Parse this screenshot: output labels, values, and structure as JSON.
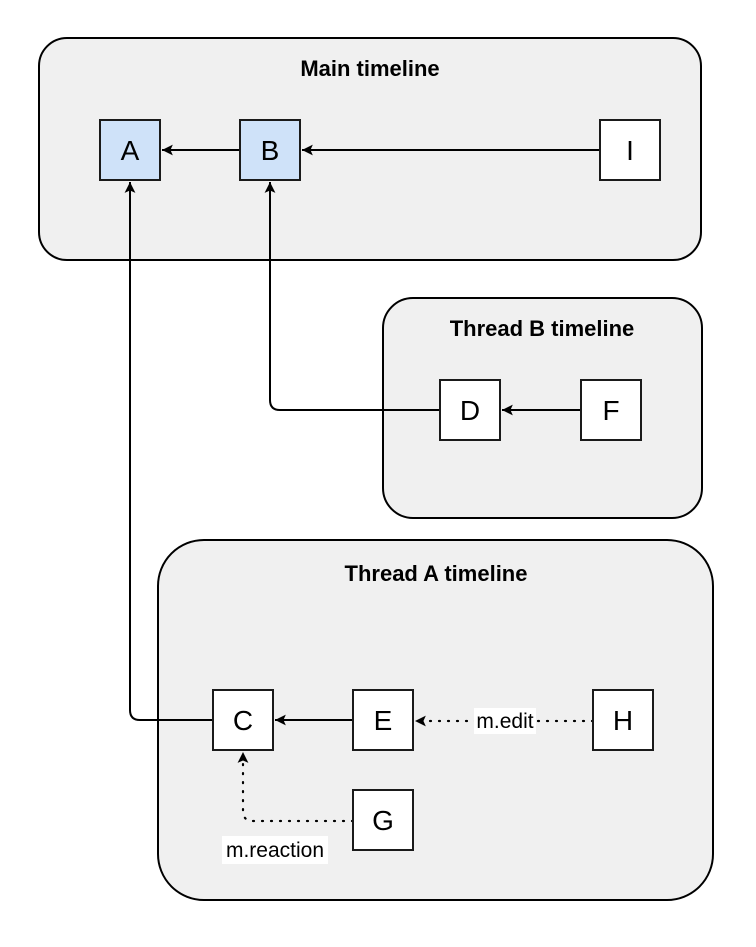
{
  "diagram": {
    "containers": {
      "main": {
        "title": "Main timeline"
      },
      "thread_b": {
        "title": "Thread B timeline"
      },
      "thread_a": {
        "title": "Thread A timeline"
      }
    },
    "nodes": {
      "a": {
        "label": "A",
        "variant": "highlighted"
      },
      "b": {
        "label": "B",
        "variant": "highlighted"
      },
      "i": {
        "label": "I",
        "variant": "plain"
      },
      "d": {
        "label": "D",
        "variant": "plain"
      },
      "f": {
        "label": "F",
        "variant": "plain"
      },
      "c": {
        "label": "C",
        "variant": "plain"
      },
      "e": {
        "label": "E",
        "variant": "plain"
      },
      "h": {
        "label": "H",
        "variant": "plain"
      },
      "g": {
        "label": "G",
        "variant": "plain"
      }
    },
    "edges": {
      "h_to_e": {
        "label": "m.edit",
        "style": "dotted"
      },
      "g_to_c": {
        "label": "m.reaction",
        "style": "dotted"
      }
    },
    "colors": {
      "container_fill": "#f0f0f0",
      "container_stroke": "#000000",
      "node_fill": "#ffffff",
      "node_highlight_fill": "#cfe2f9",
      "node_stroke": "#1a1a1a",
      "edge_stroke": "#000000",
      "label_bg": "#ffffff"
    }
  }
}
